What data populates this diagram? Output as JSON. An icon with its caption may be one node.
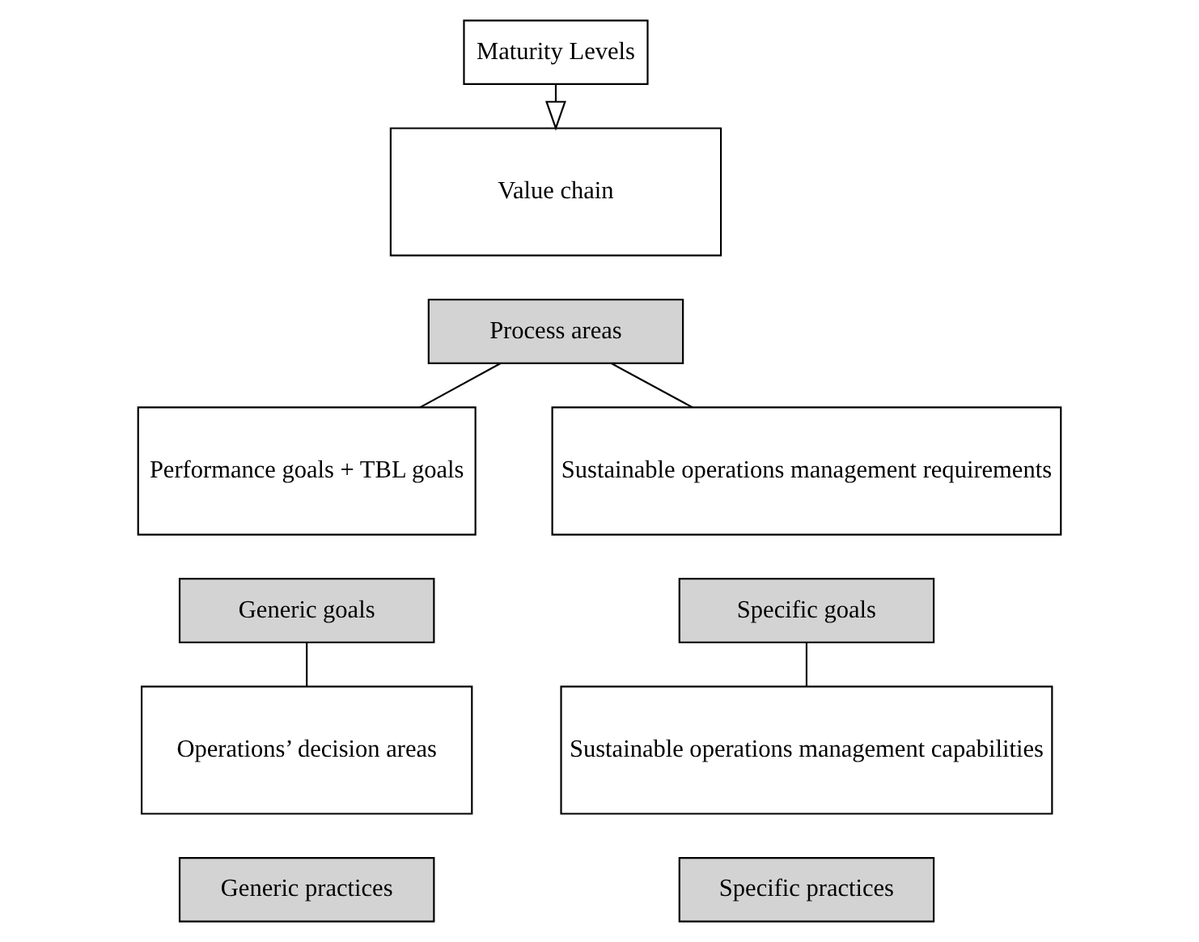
{
  "diagram": {
    "nodes": [
      {
        "text": [
          "Maturity Levels"
        ]
      },
      {
        "text": [
          "Value chain"
        ]
      },
      {
        "text": [
          "Process areas"
        ]
      },
      {
        "text": [
          "Performance goals + TBL goals"
        ]
      },
      {
        "text": [
          "Generic goals"
        ]
      },
      {
        "text": [
          "Sustainable operations management requirements"
        ]
      },
      {
        "text": [
          "Specific goals"
        ]
      },
      {
        "text": [
          "Operations’ decision areas"
        ]
      },
      {
        "text": [
          "Generic practices"
        ]
      },
      {
        "text": [
          "Sustainable operations management capabilities"
        ]
      },
      {
        "text": [
          "Specific practices"
        ]
      }
    ],
    "edges": [
      {
        "from": 0,
        "to": 1,
        "arrow": "to"
      },
      {
        "from": 2,
        "to": 3,
        "arrow": "none"
      },
      {
        "from": 2,
        "to": 5,
        "arrow": "none"
      },
      {
        "from": 4,
        "to": 7,
        "arrow": "none"
      },
      {
        "from": 6,
        "to": 9,
        "arrow": "none"
      }
    ]
  }
}
